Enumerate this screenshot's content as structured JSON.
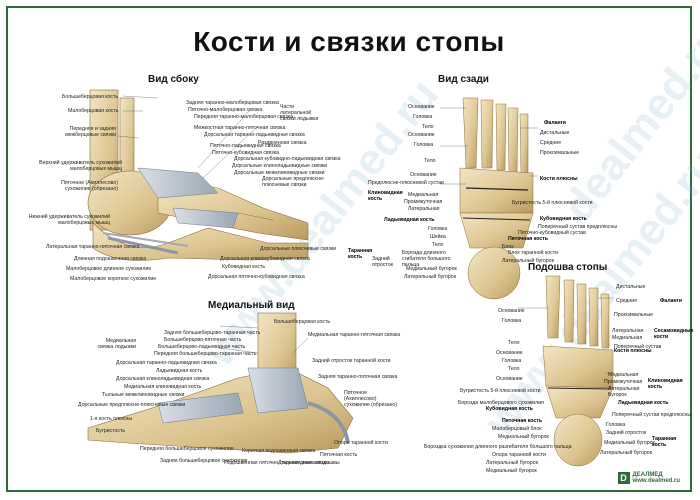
{
  "title": "Кости и связки стопы",
  "watermarks": [
    "www.dealmed.ru",
    "www.dealmed.ru",
    "dealmed.ru"
  ],
  "views": {
    "side": "Вид сбоку",
    "rear": "Вид сзади",
    "medial": "Медиальный вид",
    "sole": "Подошва стопы"
  },
  "side_labels": [
    "Большеберцовая кость",
    "Малоберцовая кость",
    "Передняя и задняя межберцовые связки",
    "Верхний удерживатель сухожилий малоберцовых мышц",
    "Пяточное (Ахиллесово) сухожилие (обрезано)",
    "Нижний удерживатель сухожилий малоберцовых мышц",
    "Латеральная таранно-пяточная связка",
    "Длинная подошвенная связка",
    "Малоберцовое длинное сухожилие",
    "Малоберцовое короткое сухожилие",
    "Задняя таранно-малоберцовая связка",
    "Пяточно-малоберцовая связка",
    "Передняя таранно-малоберцовая связка",
    "Части латеральной связки лодыжки",
    "Межкостная таранно-пяточная связка",
    "Дорсальная таранно-ладьевидная связка",
    "Раздвоенная связка",
    "Пяточно-ладьевидная связка",
    "Пяточно-кубовидная связка",
    "Дорсальная кубовидно-ладьевидная связка",
    "Дорсальные клиноладьевидные связки",
    "Дорсальные межклиновидные связки",
    "Дорсальные предплюсне-плюсневые связки",
    "Дорсальные плюсневые связки",
    "Дорсальная клинокубовидная связка",
    "Кубовидная кость",
    "Дорсальная пяточно-кубовидная связка"
  ],
  "rear_labels": [
    "Основание",
    "Головка",
    "Тело",
    "Основание",
    "Головка",
    "Тело",
    "Основание",
    "Предплюсне-плюсневой сустав",
    "Клиновидная кость",
    "Медиальная",
    "Промежуточная",
    "Латеральная",
    "Ладьевидная кость",
    "Головка",
    "Шейка",
    "Тело",
    "Задний отросток",
    "Таранная кость",
    "Борозда длинного сгибателя большого пальца",
    "Медиальный бугорок",
    "Латеральный бугорок",
    "Фаланги",
    "Дистальные",
    "Средние",
    "Проксимальные",
    "Кости плюсны",
    "Бугристость 5-й плюсневой кости",
    "Кубовидная кость",
    "Пяточная кость",
    "Поперечный сустав предплюсны",
    "Пяточно-кубовидный сустав",
    "Блок",
    "Блок таранной кости",
    "Латеральный бугорок"
  ],
  "medial_labels": [
    "Большеберцовая кость",
    "Задняя большеберцово-таранная часть",
    "Большеберцово-пяточная часть",
    "Большеберцово-ладьевидная часть",
    "Передняя большеберцово-таранная часть",
    "Медиальная связка лодыжки",
    "Дорсальная таранно-ладьевидная связка",
    "Ладьевидная кость",
    "Дорсальная клиноладьевидная связка",
    "Медиальная клиновидная кость",
    "Тыльные межклиновидные связки",
    "Дорсальные предплюсне-плюсневые связки",
    "1-я кость плюсны",
    "Бугристость",
    "Передняя большеберцовое сухожилие",
    "Задняя большеберцовое сухожилие",
    "Короткая подошвенная связка",
    "Подошвенная пяточно-ладьевидная связка",
    "Медиальная таранно-пяточная связка",
    "Задний отросток таранной кости",
    "Задняя таранно-пяточная связка",
    "Пяточное (Ахиллесово) сухожилие (обрезано)",
    "Опора таранной кости",
    "Пяточная кость",
    "Длинная связка подошвы"
  ],
  "sole_labels": [
    "Основание",
    "Головка",
    "Тело",
    "Основание",
    "Головка",
    "Тело",
    "Основание",
    "Медиальная",
    "Промежуточная",
    "Латеральная",
    "Бугристость 5-й плюсневой кости",
    "Борозда малоберцового сухожилия",
    "Пяточная кость",
    "Малоберцовый блок",
    "Медиальный бугорок",
    "Бороздка сухожилия длинного разгибателя большого пальца",
    "Опора таранной кости",
    "Латеральный бугорок",
    "Медиальный бугорок",
    "Дистальные",
    "Средние",
    "Проксимальные",
    "Фаланги",
    "Латеральная",
    "Медиальная",
    "Сесамовидные кости",
    "Кости плюсны",
    "Клиновидная кость",
    "Ладьевидная кость",
    "Поперечный сустав предплюсны",
    "Головка",
    "Задний отросток",
    "Медиальный бугорок",
    "Латеральный бугорок",
    "Таранная кость",
    "Кубовидная кость",
    "Бугорок",
    "Поперечный сустав"
  ],
  "logo": {
    "mark": "D",
    "line1": "ДЕАЛМЕД",
    "line2": "www.dealmed.ru"
  }
}
